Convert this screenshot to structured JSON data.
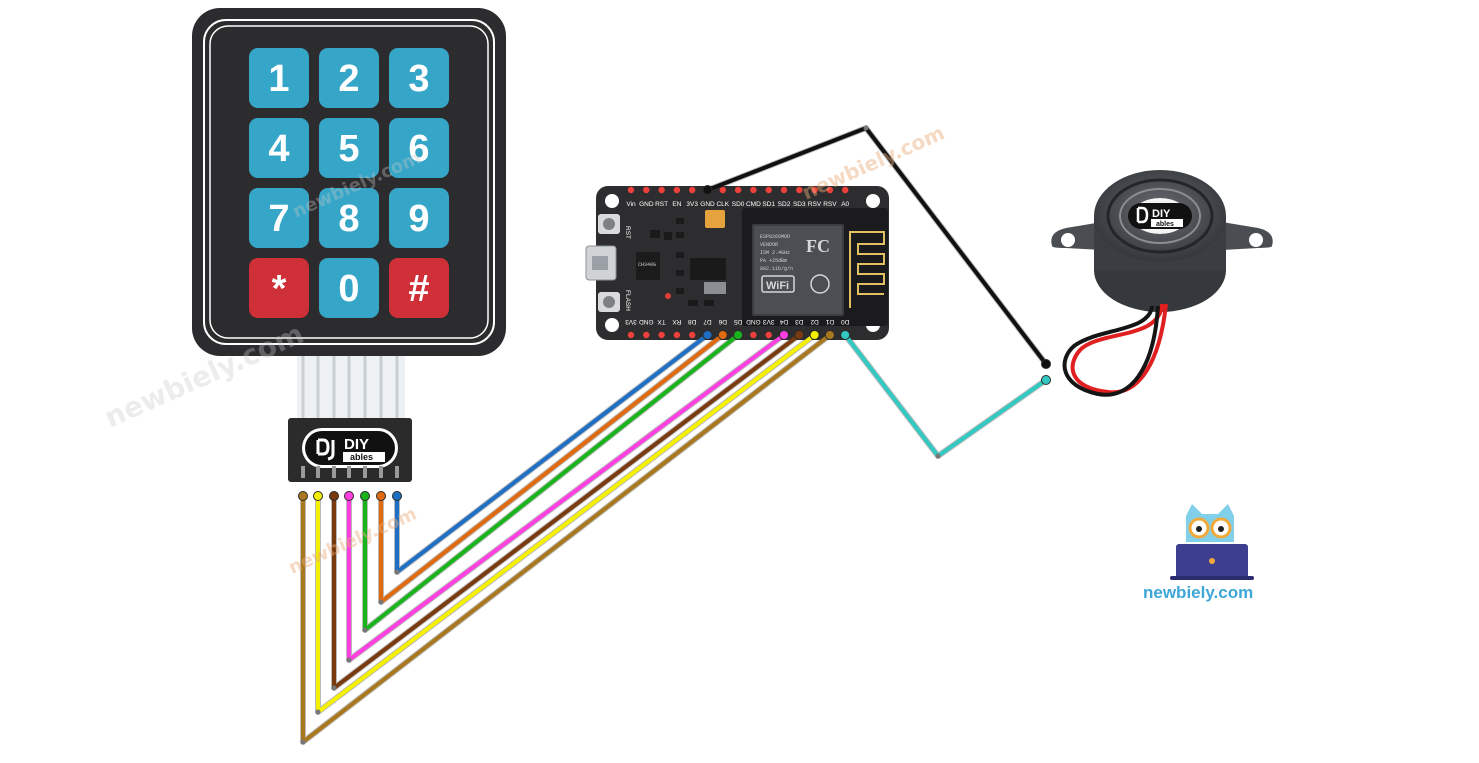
{
  "keypad": {
    "keys": [
      {
        "label": "1",
        "color": "#35a6c8"
      },
      {
        "label": "2",
        "color": "#35a6c8"
      },
      {
        "label": "3",
        "color": "#35a6c8"
      },
      {
        "label": "4",
        "color": "#35a6c8"
      },
      {
        "label": "5",
        "color": "#35a6c8"
      },
      {
        "label": "6",
        "color": "#35a6c8"
      },
      {
        "label": "7",
        "color": "#35a6c8"
      },
      {
        "label": "8",
        "color": "#35a6c8"
      },
      {
        "label": "9",
        "color": "#35a6c8"
      },
      {
        "label": "*",
        "color": "#cf2f36"
      },
      {
        "label": "0",
        "color": "#35a6c8"
      },
      {
        "label": "#",
        "color": "#cf2f36"
      }
    ],
    "connector_logo": {
      "big": "DIY",
      "small": "ables"
    }
  },
  "board": {
    "top_pins": [
      "Vin",
      "GND",
      "RST",
      "EN",
      "3V3",
      "GND",
      "CLK",
      "SD0",
      "CMD",
      "SD1",
      "SD2",
      "SD3",
      "RSV",
      "RSV",
      "A0"
    ],
    "bottom_pins": [
      "3V3",
      "GND",
      "TX",
      "RX",
      "D8",
      "D7",
      "D6",
      "D5",
      "GND",
      "3V3",
      "D4",
      "D3",
      "D2",
      "D1",
      "D0"
    ],
    "rst_label": "RST",
    "flash_label": "FLASH",
    "module_text": [
      "ESP8266MOD",
      "VENDOR",
      "ISM 2.4GHz",
      "PA +25dBm",
      "802.11b/g/n"
    ],
    "fc_mark": "FC",
    "wifi_mark": "WiFi",
    "chip_text": "CH340G"
  },
  "buzzer": {
    "logo_big": "DIY",
    "logo_small": "ables"
  },
  "wires": [
    {
      "from": "keypad-pin-1",
      "to": "D7",
      "color": "#1f6fc4"
    },
    {
      "from": "keypad-pin-2",
      "to": "D6",
      "color": "#e06a10"
    },
    {
      "from": "keypad-pin-3",
      "to": "D5",
      "color": "#19b31c"
    },
    {
      "from": "keypad-pin-4",
      "to": "D4",
      "color": "#ff3fe2"
    },
    {
      "from": "keypad-pin-5",
      "to": "D3",
      "color": "#7a3a10"
    },
    {
      "from": "keypad-pin-6",
      "to": "D2",
      "color": "#f5f000"
    },
    {
      "from": "keypad-pin-7",
      "to": "D1",
      "color": "#a9781e"
    },
    {
      "from": "buzzer-positive",
      "to": "D0",
      "color": "#33c9c3"
    },
    {
      "from": "buzzer-negative",
      "to": "GND",
      "color": "#111111"
    }
  ],
  "watermarks": [
    "newbiely.com",
    "newbiely.com",
    "newbiely.com",
    "newbiely.com"
  ],
  "brand": {
    "text": "newbiely.com",
    "color": "#3da7d8"
  }
}
